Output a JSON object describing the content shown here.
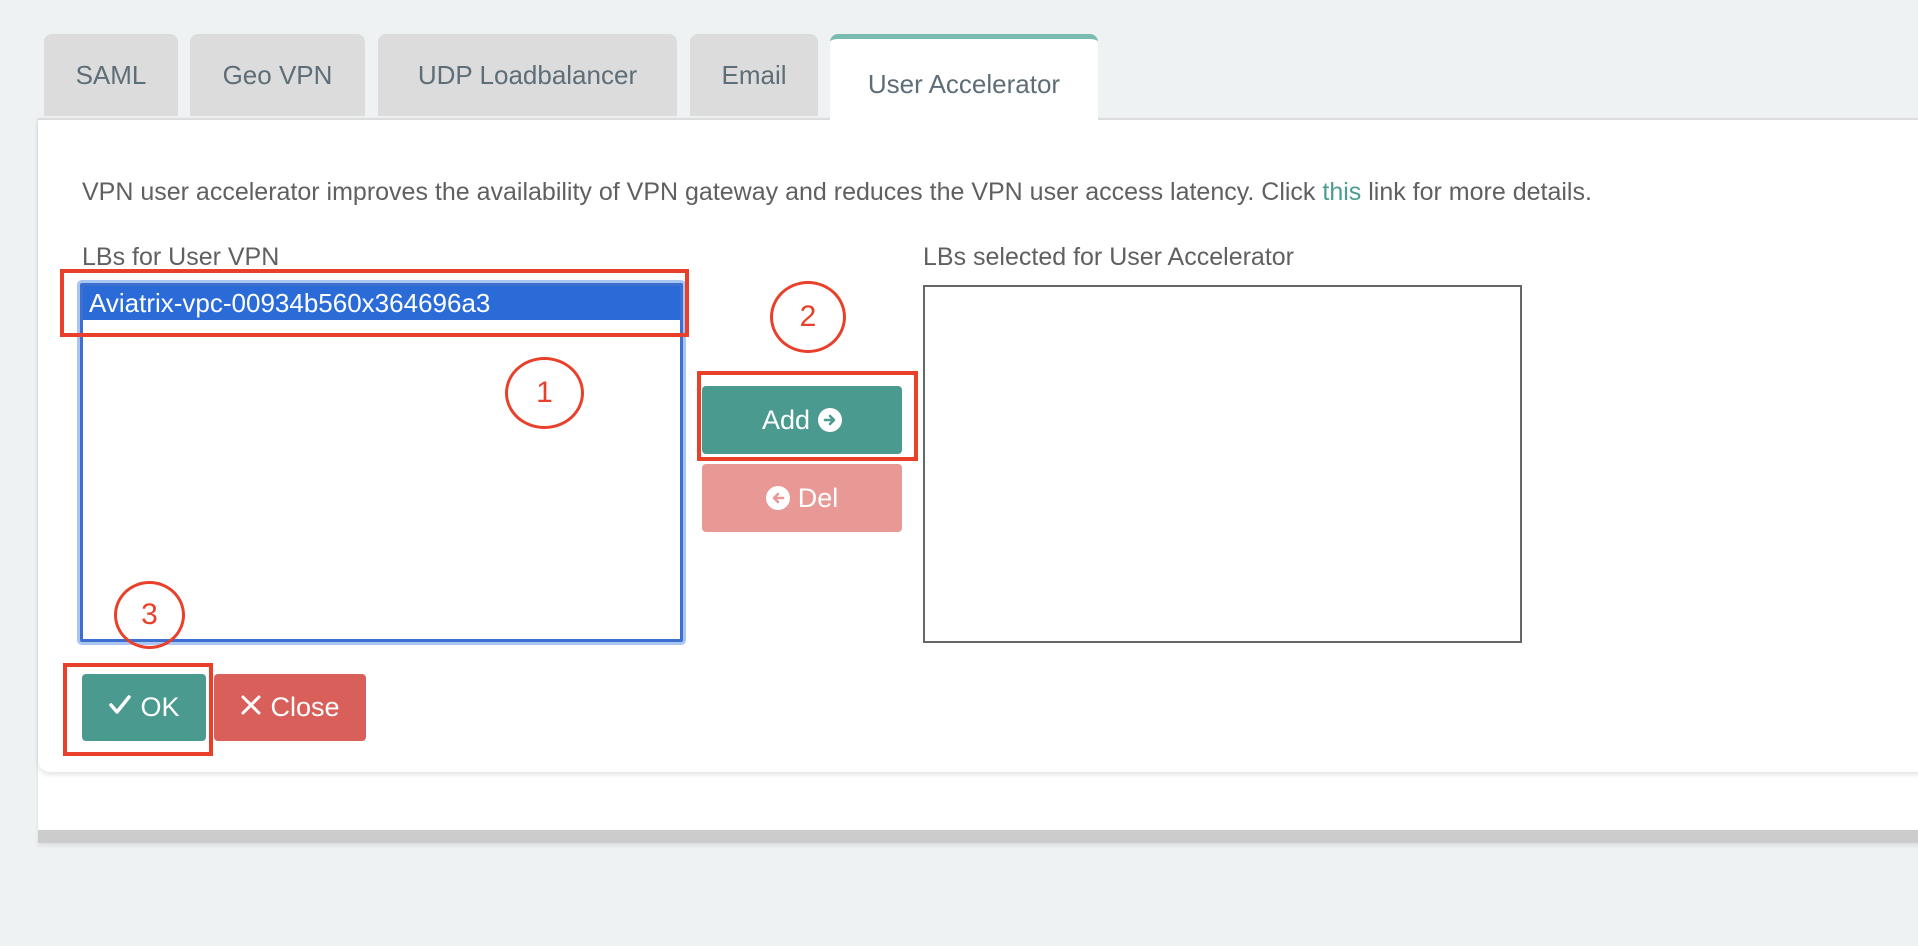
{
  "tabs": [
    {
      "label": "SAML",
      "active": false
    },
    {
      "label": "Geo VPN",
      "active": false
    },
    {
      "label": "UDP Loadbalancer",
      "active": false
    },
    {
      "label": "Email",
      "active": false
    },
    {
      "label": "User Accelerator",
      "active": true
    }
  ],
  "description": {
    "before_link": "VPN user accelerator improves the availability of VPN gateway and reduces the VPN user access latency. Click ",
    "link_text": "this",
    "after_link": " link for more details."
  },
  "left_list": {
    "label": "LBs for User VPN",
    "options": [
      {
        "value": "Aviatrix-vpc-00934b560x364696a3",
        "selected": true
      }
    ]
  },
  "right_list": {
    "label": "LBs selected for User Accelerator",
    "options": []
  },
  "buttons": {
    "add": {
      "label": "Add",
      "icon": "arrow-circle-right-icon"
    },
    "del": {
      "label": "Del",
      "icon": "arrow-circle-left-icon"
    },
    "ok": {
      "label": "OK",
      "icon": "check-icon"
    },
    "close": {
      "label": "Close",
      "icon": "x-icon"
    }
  },
  "annotations": {
    "step1": "1",
    "step2": "2",
    "step3": "3"
  },
  "colors": {
    "accent_teal": "#4a9a8f",
    "danger_red": "#d9605a",
    "danger_red_disabled": "#e89995",
    "selection_blue": "#2a6bd8",
    "annotation_red": "#e8402a",
    "active_tab_border": "#79bbb0",
    "link": "#4a9d90"
  }
}
